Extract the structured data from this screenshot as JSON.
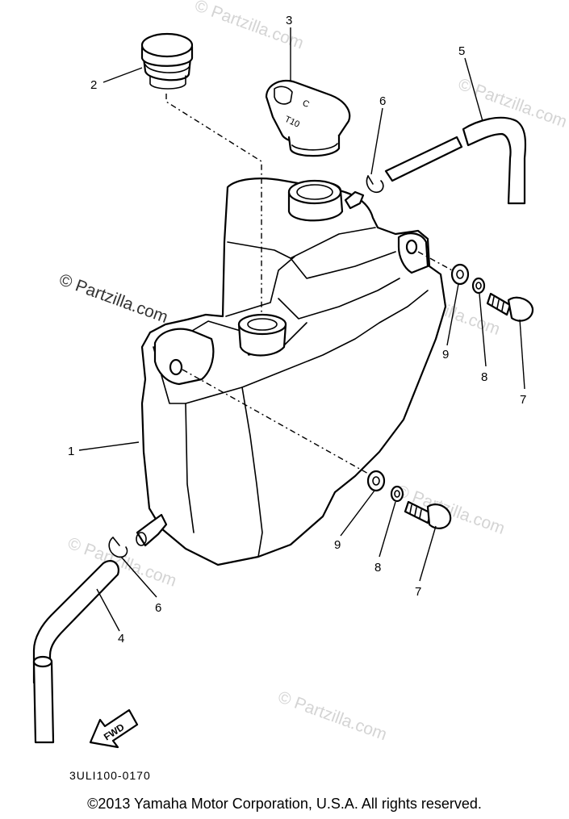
{
  "watermark": {
    "text": "© Partzilla.com",
    "strong_text": "© Partzilla.com"
  },
  "callouts": {
    "tank": "1",
    "plug": "2",
    "cap": "3",
    "lower_hose": "4",
    "upper_hose": "5",
    "clip_upper": "6",
    "clip_lower": "6",
    "bolt_upper": "7",
    "bolt_lower": "7",
    "lockwasher_upper": "8",
    "lockwasher_lower": "8",
    "washer_upper": "9",
    "washer_lower": "9"
  },
  "fwd_label": "FWD",
  "cap_marking": "T10",
  "diagram_code": "3ULI100-0170",
  "copyright": "©2013  Yamaha Motor Corporation, U.S.A. All rights reserved."
}
